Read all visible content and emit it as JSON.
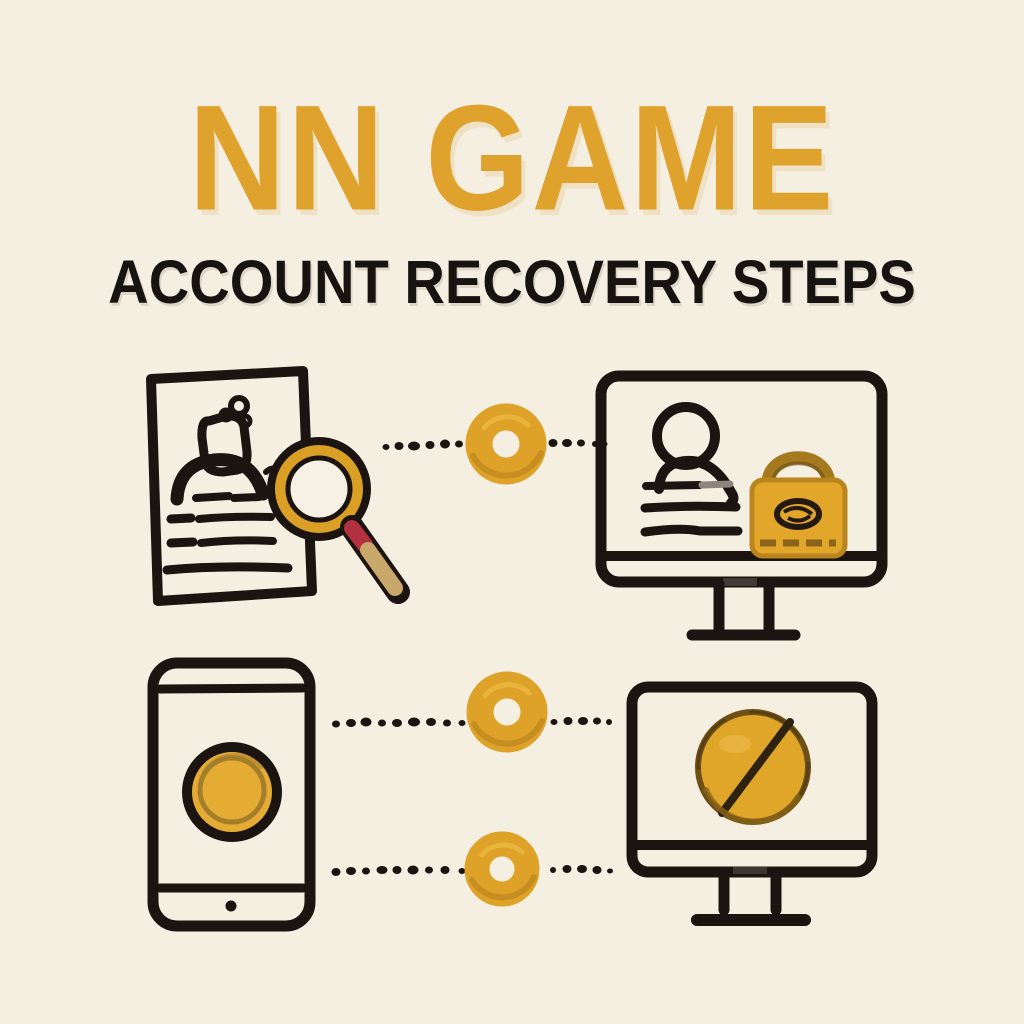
{
  "poster": {
    "title": "NN GAME",
    "subtitle": "ACCOUNT RECOVERY STEPS"
  },
  "palette": {
    "background": "#F5EFE2",
    "accent_gold": "#DFA22C",
    "ink": "#1B1410",
    "paper": "#F8F3E8",
    "magnifier_handle_tan": "#C9A86B",
    "magnifier_band_red": "#B23040",
    "padlock_gold": "#E2A62B",
    "blocked_sign_gold": "#E0A62A"
  },
  "diagram": {
    "row1": {
      "left_icon": "profile-document-with-magnifier-icon",
      "connector": "dotted-line-with-gold-token",
      "right_icon": "monitor-with-profile-and-padlock-icon"
    },
    "row2": {
      "left_icon": "smartphone-with-gold-button-icon",
      "connectors": [
        "dotted-line-with-gold-token",
        "dotted-line-with-gold-token"
      ],
      "right_icon": "monitor-with-blocked-sign-icon"
    }
  }
}
